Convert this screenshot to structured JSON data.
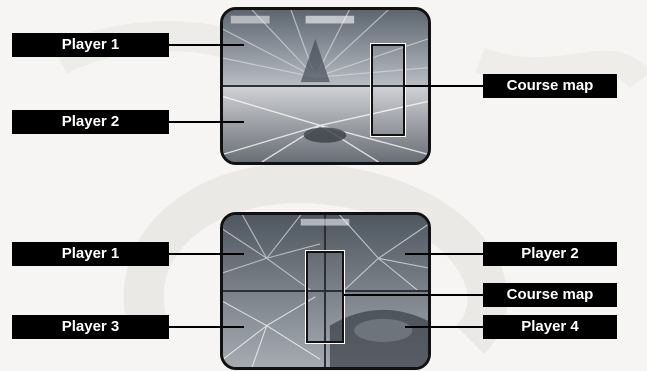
{
  "diagram_top": {
    "labels": {
      "player1": "Player 1",
      "player2": "Player 2",
      "course_map": "Course map"
    }
  },
  "diagram_bottom": {
    "labels": {
      "player1": "Player 1",
      "player2": "Player 2",
      "player3": "Player 3",
      "player4": "Player 4",
      "course_map": "Course map"
    }
  },
  "colors": {
    "label_bg": "#000000",
    "label_text": "#ffffff",
    "screen_border": "#111111"
  }
}
